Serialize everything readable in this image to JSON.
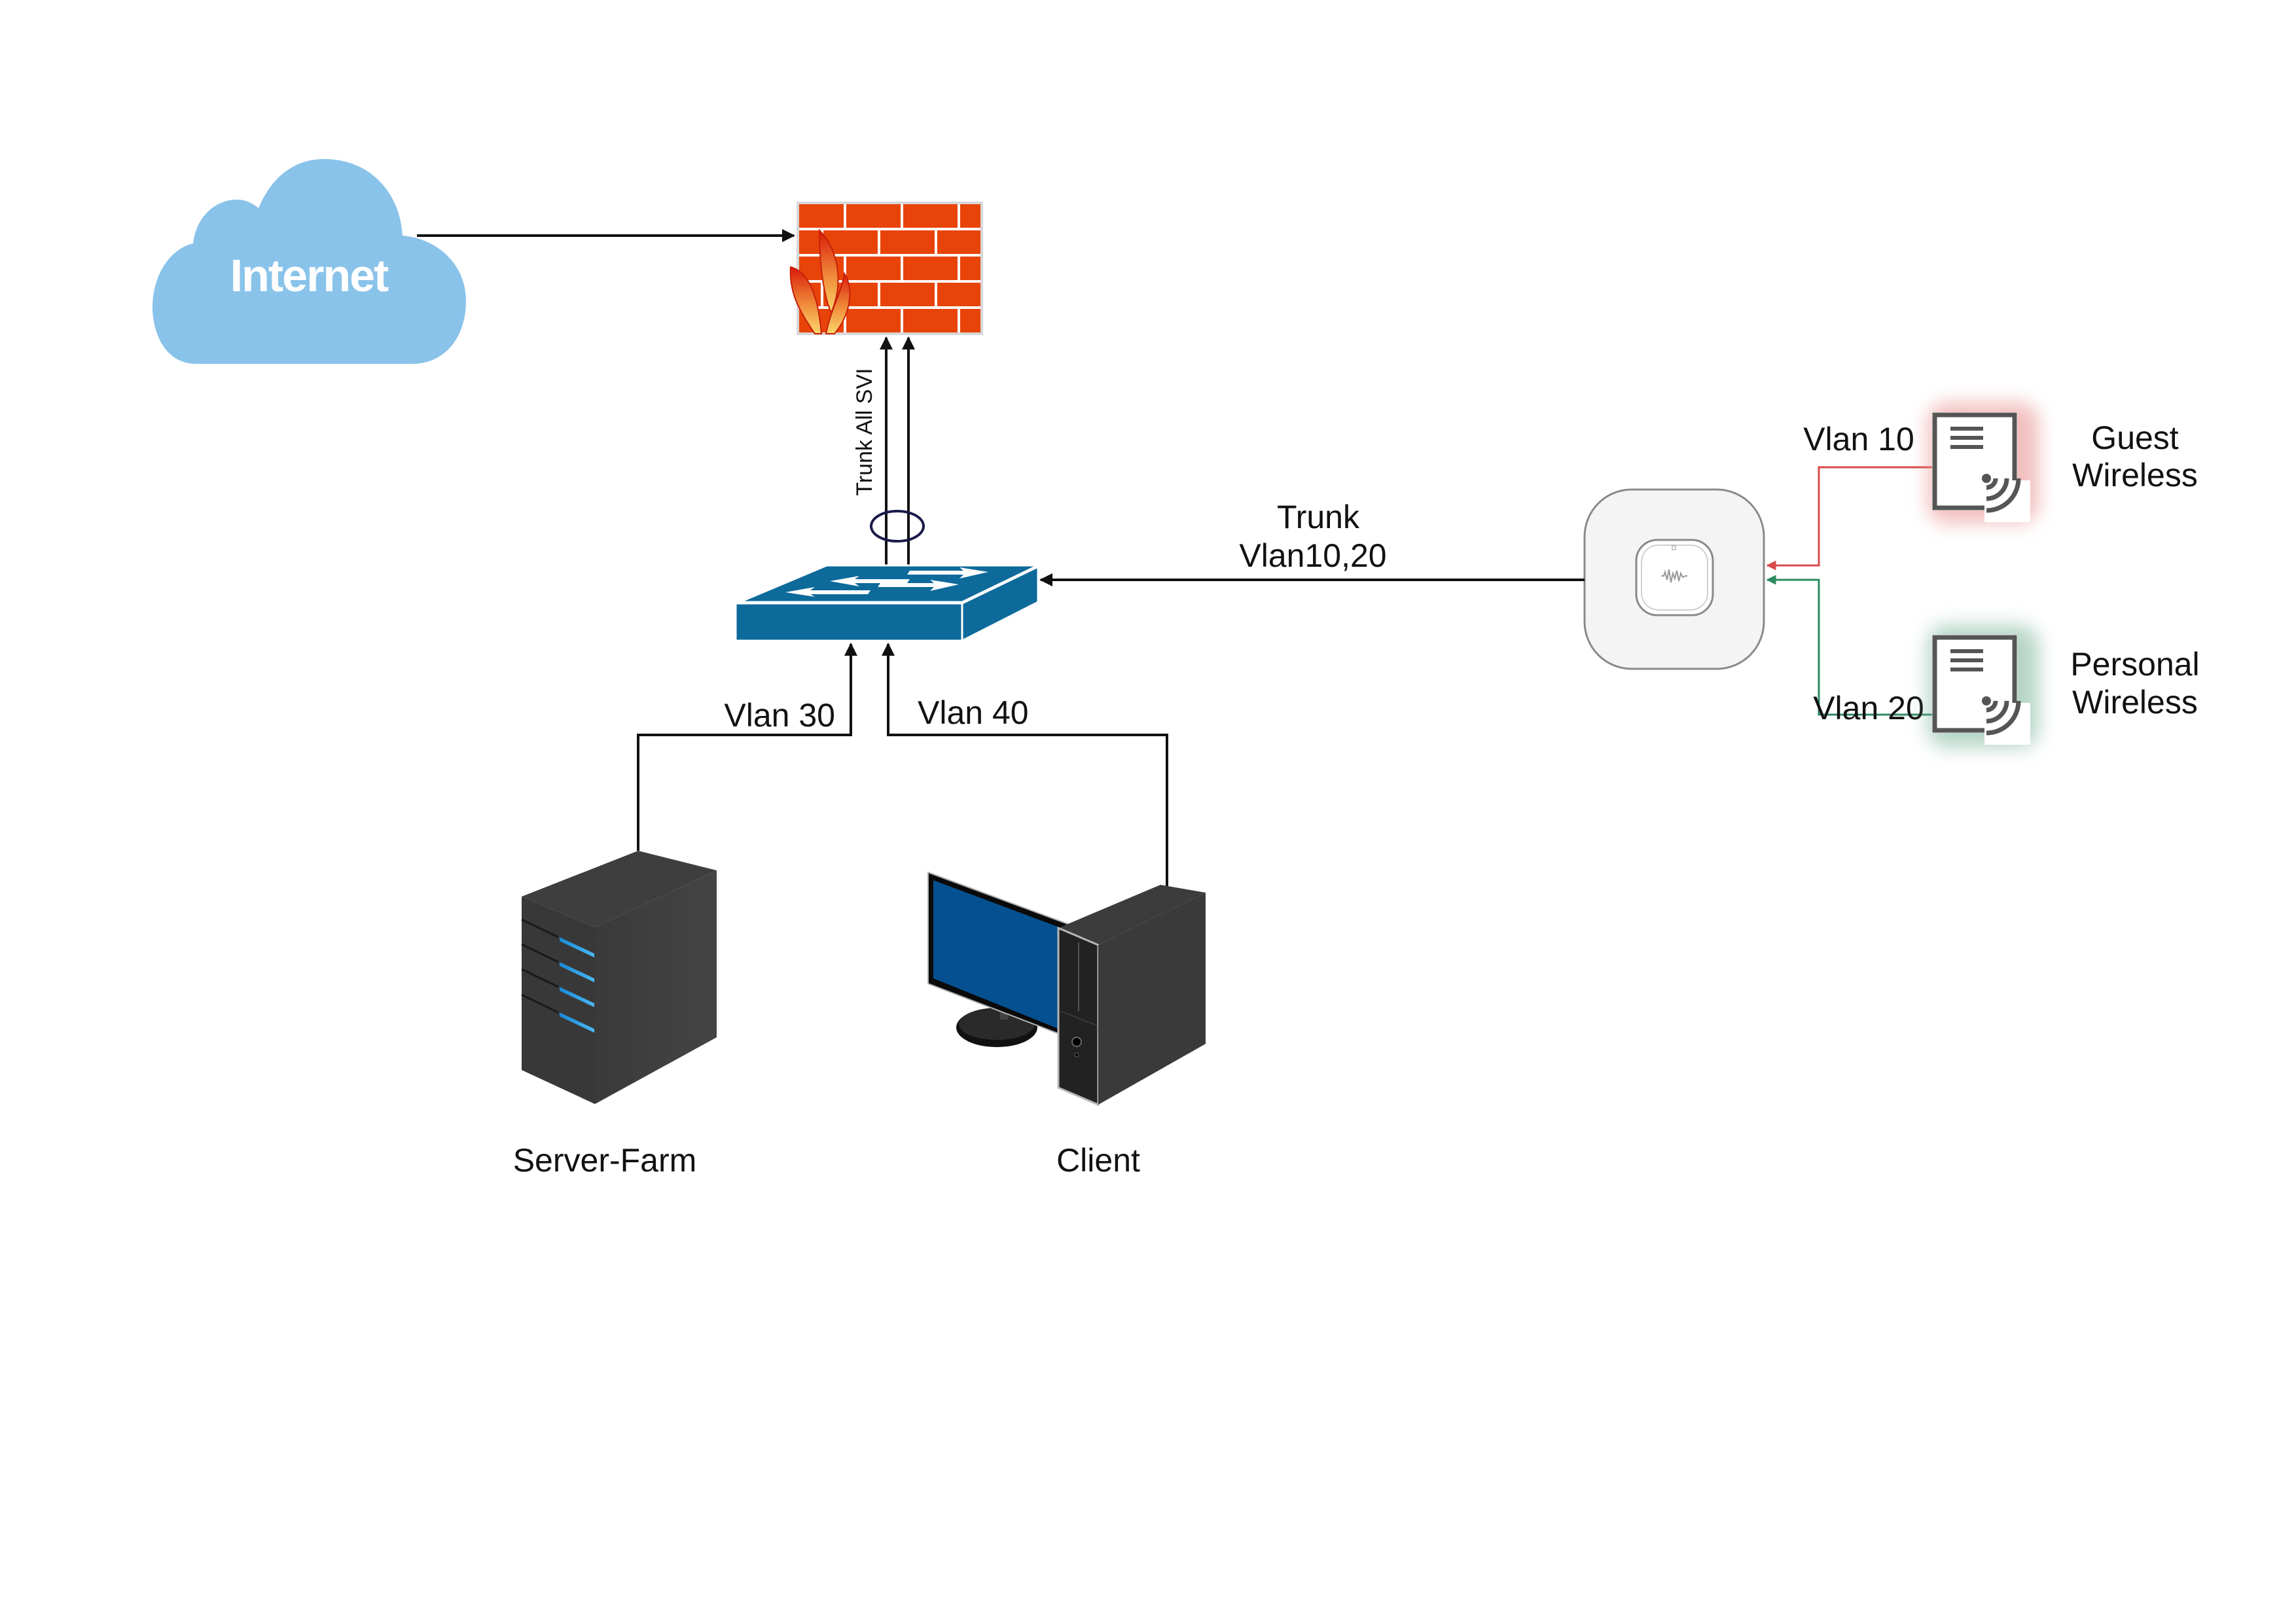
{
  "diagram": {
    "type": "network-topology",
    "nodes": {
      "internet": {
        "label": "Internet",
        "kind": "cloud",
        "color": "#8ac3ea"
      },
      "firewall": {
        "label": "",
        "kind": "firewall",
        "color": "#e8440a"
      },
      "switch": {
        "label": "",
        "kind": "switch",
        "color": "#0d6a9a"
      },
      "access_point": {
        "label": "",
        "kind": "wireless-access-point",
        "color": "#f4f4f4"
      },
      "guest_wireless": {
        "label_line1": "Guest",
        "label_line2": "Wireless",
        "kind": "wireless-client",
        "glow": "#e88a8a"
      },
      "personal_wireless": {
        "label_line1": "Personal",
        "label_line2": "Wireless",
        "kind": "wireless-client",
        "glow": "#7ab39a"
      },
      "server_farm": {
        "label": "Server-Farm",
        "kind": "server"
      },
      "client": {
        "label": "Client",
        "kind": "workstation"
      }
    },
    "links": {
      "internet_firewall": {
        "from": "internet",
        "to": "firewall",
        "label": ""
      },
      "switch_firewall": {
        "from": "switch",
        "to": "firewall",
        "label": "Trunk All SVI",
        "bundle": true,
        "count": 2
      },
      "ap_switch": {
        "from": "access_point",
        "to": "switch",
        "label_line1": "Trunk",
        "label_line2": "Vlan10,20"
      },
      "guest_ap": {
        "from": "guest_wireless",
        "to": "access_point",
        "label": "Vlan 10",
        "color": "#d94a4a"
      },
      "personal_ap": {
        "from": "personal_wireless",
        "to": "access_point",
        "label": "Vlan 20",
        "color": "#2e8a62"
      },
      "server_switch": {
        "from": "server_farm",
        "to": "switch",
        "label": "Vlan 30"
      },
      "client_switch": {
        "from": "client",
        "to": "switch",
        "label": "Vlan 40"
      }
    }
  }
}
